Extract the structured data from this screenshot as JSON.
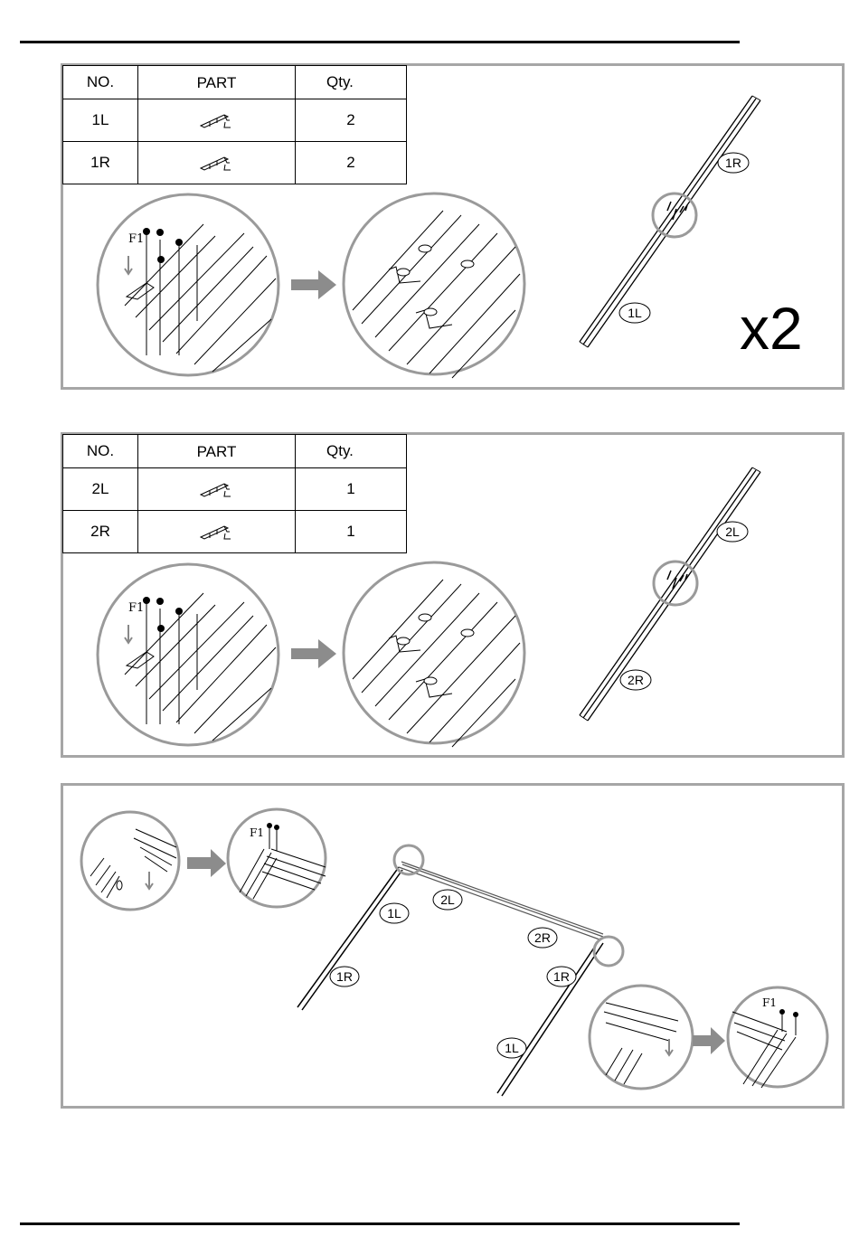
{
  "steps": [
    {
      "table": {
        "headers": [
          "NO.",
          "PART",
          "Qty."
        ],
        "rows": [
          {
            "no": "1L",
            "qty": "2",
            "icon": "rail-part-icon"
          },
          {
            "no": "1R",
            "qty": "2",
            "icon": "rail-part-icon"
          }
        ]
      },
      "fastener": "F1",
      "labels": [
        "1R",
        "1L"
      ],
      "multiplier": "x2"
    },
    {
      "table": {
        "headers": [
          "NO.",
          "PART",
          "Qty."
        ],
        "rows": [
          {
            "no": "2L",
            "qty": "1",
            "icon": "rail-part-icon"
          },
          {
            "no": "2R",
            "qty": "1",
            "icon": "rail-part-icon"
          }
        ]
      },
      "fastener": "F1",
      "labels": [
        "2L",
        "2R"
      ]
    },
    {
      "fastener": "F1",
      "labels": [
        "1L",
        "2L",
        "2R",
        "1R",
        "1R",
        "1L"
      ]
    }
  ],
  "colors": {
    "line": "#000000",
    "frame": "#a6a6a6",
    "arrow": "#8c8c8c"
  }
}
